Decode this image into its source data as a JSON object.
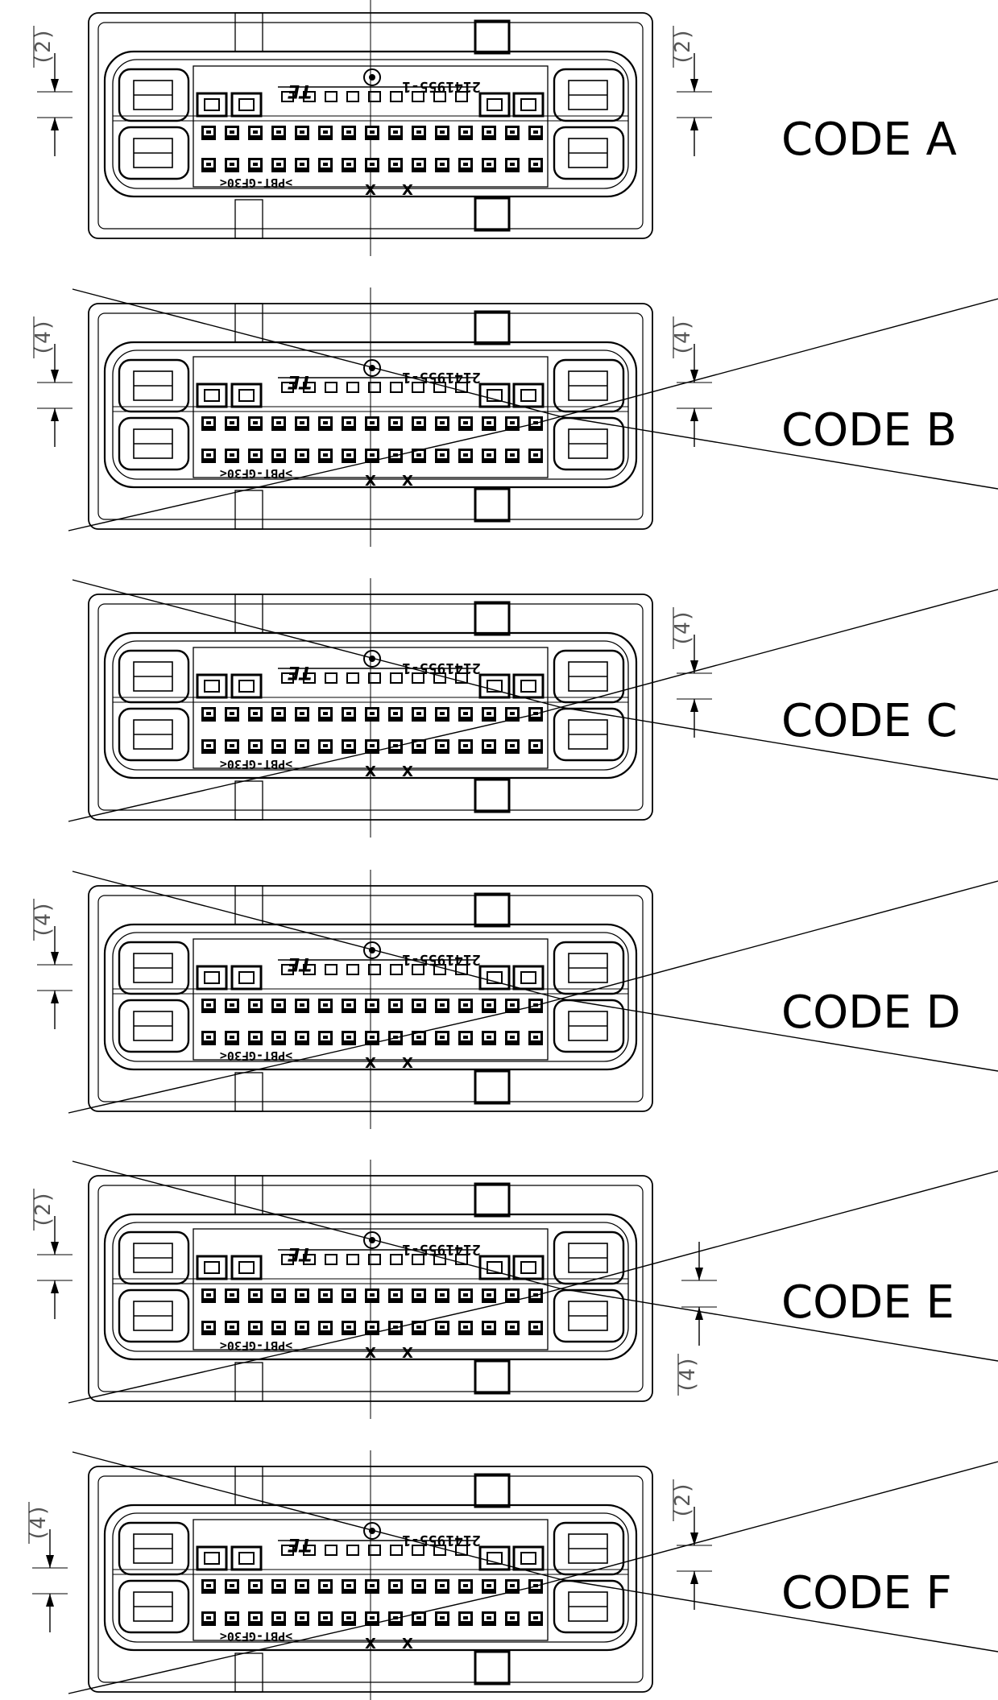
{
  "views": [
    {
      "code_label": "CODE A",
      "key_lines": false,
      "dims": [
        {
          "side": "left",
          "value": "(2)"
        },
        {
          "side": "right",
          "value": "(2)"
        }
      ]
    },
    {
      "code_label": "CODE B",
      "key_lines": true,
      "dims": [
        {
          "side": "left",
          "value": "(4)"
        },
        {
          "side": "right",
          "value": "(4)"
        }
      ]
    },
    {
      "code_label": "CODE C",
      "key_lines": true,
      "dims": [
        {
          "side": "right",
          "value": "(4)"
        }
      ]
    },
    {
      "code_label": "CODE D",
      "key_lines": true,
      "dims": [
        {
          "side": "left",
          "value": "(4)"
        }
      ]
    },
    {
      "code_label": "CODE E",
      "key_lines": true,
      "dims": [
        {
          "side": "left",
          "value": "(2)"
        },
        {
          "side": "right-low",
          "value": "(4)"
        }
      ]
    },
    {
      "code_label": "CODE F",
      "key_lines": true,
      "dims": [
        {
          "side": "left-low",
          "value": "(4)"
        },
        {
          "side": "right",
          "value": "(2)"
        }
      ]
    }
  ],
  "connector": {
    "part_number": "2141955-1",
    "material": ">PBT-GF30<",
    "logo": "TE",
    "mark_x": "X"
  }
}
